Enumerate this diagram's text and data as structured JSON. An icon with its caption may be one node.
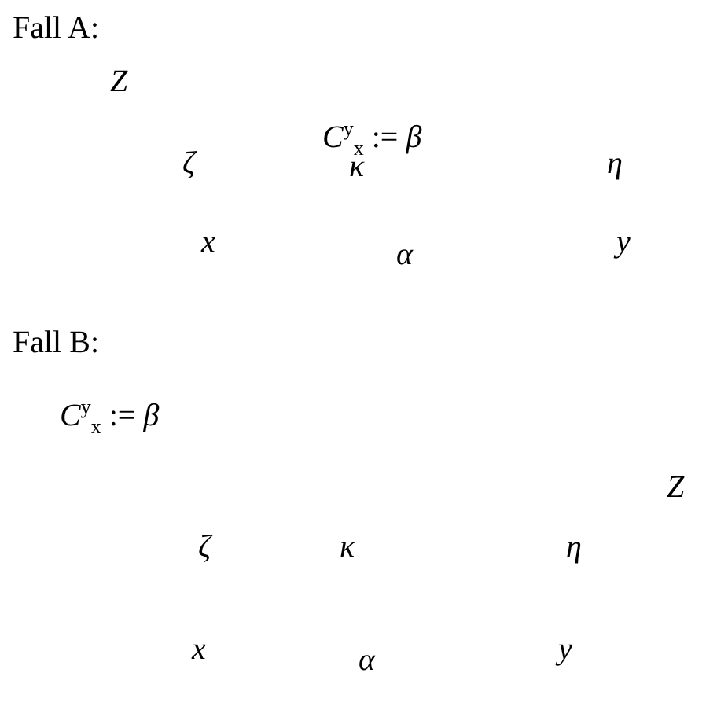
{
  "diagram": {
    "labels": [
      "Fall A:",
      "Z",
      "*C*$^{y}$$_{x}$ := *β*",
      "ζ",
      "κ",
      "η",
      "x",
      "α",
      "y",
      "Fall B:",
      "*C*$^{y}$$_{x}$ := *β*",
      "Z",
      "ζ",
      "κ",
      "η",
      "x",
      "α",
      "y"
    ]
  }
}
